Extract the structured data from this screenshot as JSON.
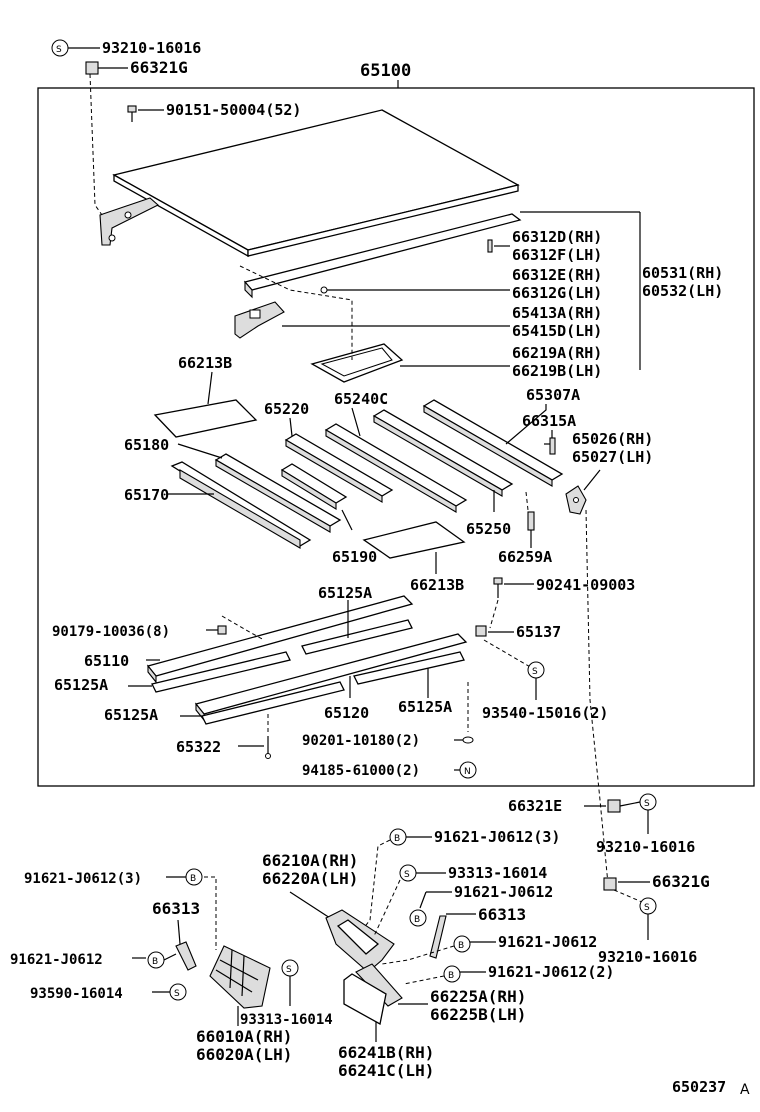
{
  "main_assembly": "65100",
  "diagram_code": "650237",
  "diagram_suffix": "A",
  "labels": {
    "l1": "93210-16016",
    "l2": "66321G",
    "l3": "90151-50004(52)",
    "l4": "66312D(RH)",
    "l5": "66312F(LH)",
    "l6": "66312E(RH)",
    "l7": "66312G(LH)",
    "l8": "60531(RH)",
    "l9": "60532(LH)",
    "l10": "65413A(RH)",
    "l11": "65415D(LH)",
    "l12": "66213B",
    "l13": "66219A(RH)",
    "l14": "66219B(LH)",
    "l15": "65307A",
    "l16": "65220",
    "l17": "65240C",
    "l18": "66315A",
    "l19": "65180",
    "l20": "65026(RH)",
    "l21": "65027(LH)",
    "l22": "65170",
    "l23": "65250",
    "l24": "65190",
    "l25": "66259A",
    "l26": "66213B",
    "l27": "90241-09003",
    "l28": "65125A",
    "l29": "90179-10036(8)",
    "l30": "65137",
    "l31": "65110",
    "l32": "65125A",
    "l33": "65125A",
    "l34": "65120",
    "l35": "65125A",
    "l36": "93540-15016(2)",
    "l37": "65322",
    "l38": "90201-10180(2)",
    "l39": "94185-61000(2)",
    "l40": "66321E",
    "l41": "93210-16016",
    "l42": "91621-J0612(3)",
    "l43": "66210A(RH)",
    "l44": "66220A(LH)",
    "l45": "93313-16014",
    "l46": "66321G",
    "l47": "91621-J0612(3)",
    "l48": "91621-J0612",
    "l49": "66313",
    "l50": "66313",
    "l51": "91621-J0612",
    "l52": "93210-16016",
    "l53": "91621-J0612",
    "l54": "91621-J0612(2)",
    "l55": "93590-16014",
    "l56": "66225A(RH)",
    "l57": "66225B(LH)",
    "l58": "93313-16014",
    "l59": "66010A(RH)",
    "l60": "66020A(LH)",
    "l61": "66241B(RH)",
    "l62": "66241C(LH)"
  },
  "symbols": {
    "screw": "S",
    "bolt": "B",
    "nut": "N"
  }
}
